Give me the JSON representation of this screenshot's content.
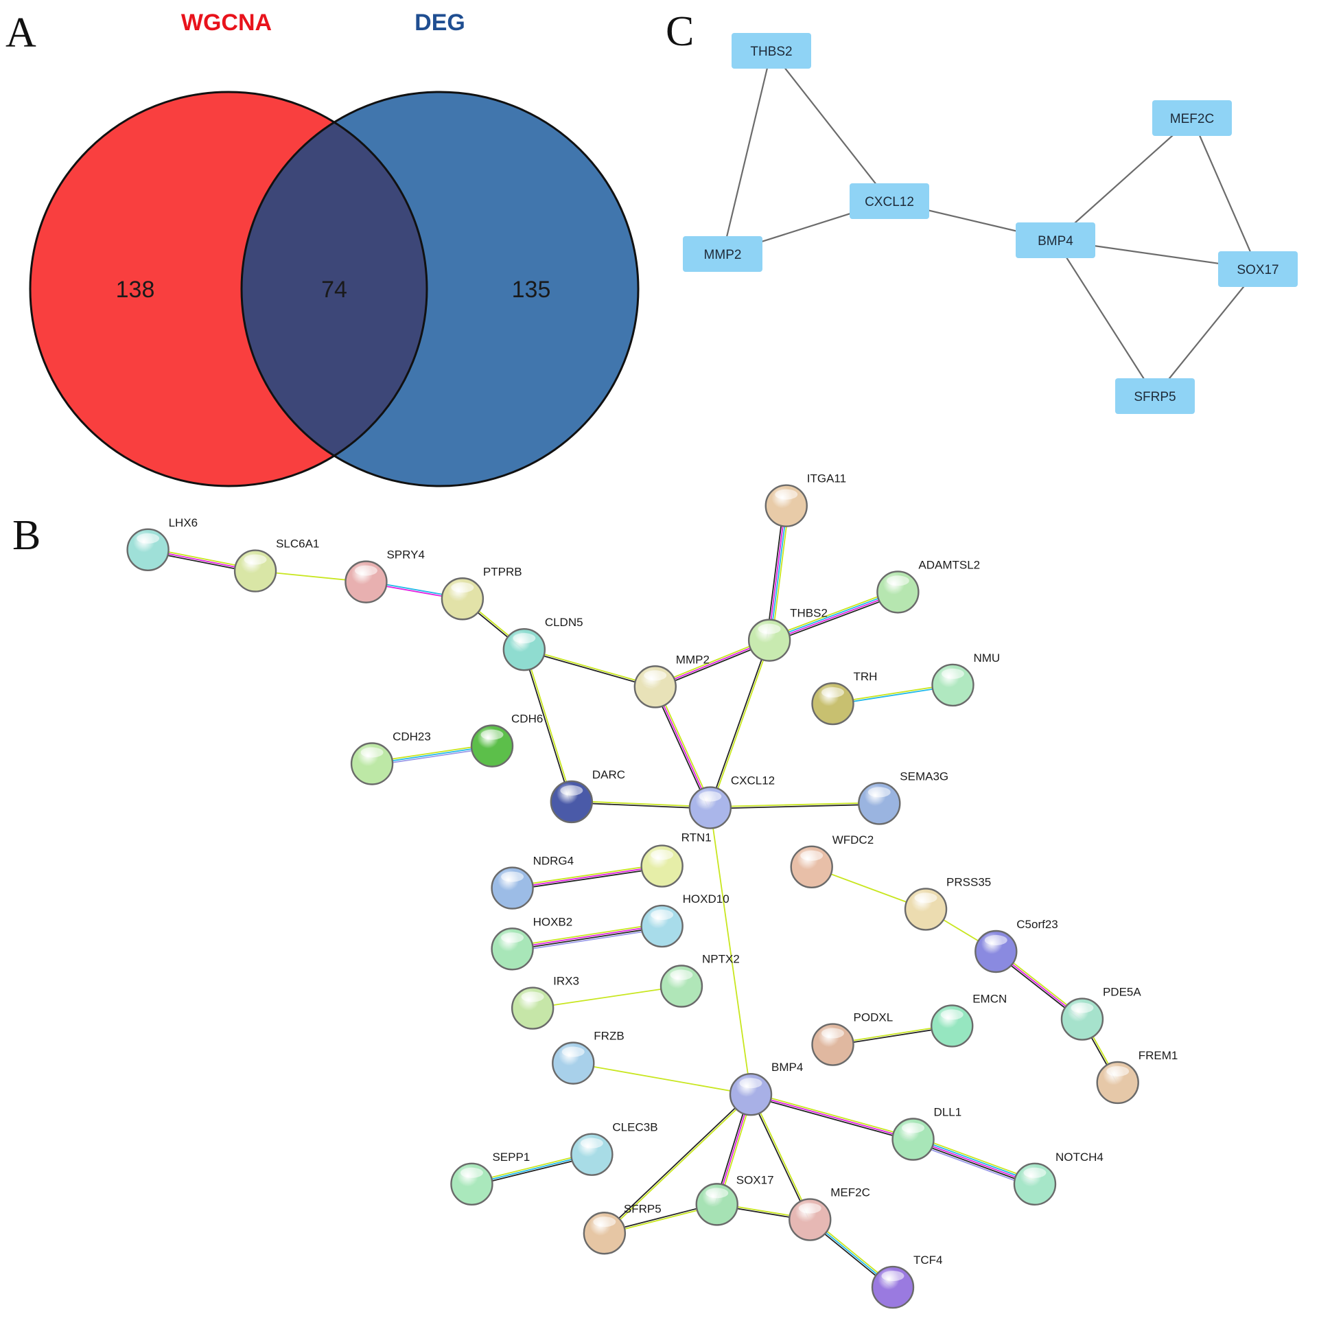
{
  "panels": {
    "a": {
      "letter": "A"
    },
    "b": {
      "letter": "B"
    },
    "c": {
      "letter": "C"
    }
  },
  "venn": {
    "sets": [
      {
        "name": "WGCNA",
        "color": "#f93f3f",
        "title_color": "#e8131c"
      },
      {
        "name": "DEG",
        "color": "#4176ad",
        "title_color": "#1f4e91"
      }
    ],
    "intersection_color": "#3d4778",
    "counts": {
      "wgcna_only": "138",
      "both": "74",
      "deg_only": "135"
    }
  },
  "hub_network": {
    "node_color": "#8fd3f5",
    "edge_color": "#6b6b6b",
    "nodes": [
      "THBS2",
      "MEF2C",
      "CXCL12",
      "MMP2",
      "BMP4",
      "SOX17",
      "SFRP5"
    ],
    "edges": [
      [
        "THBS2",
        "MMP2"
      ],
      [
        "THBS2",
        "CXCL12"
      ],
      [
        "MMP2",
        "CXCL12"
      ],
      [
        "CXCL12",
        "BMP4"
      ],
      [
        "BMP4",
        "MEF2C"
      ],
      [
        "MEF2C",
        "SOX17"
      ],
      [
        "BMP4",
        "SOX17"
      ],
      [
        "BMP4",
        "SFRP5"
      ],
      [
        "SOX17",
        "SFRP5"
      ]
    ]
  },
  "ppi_network": {
    "edge_evidence_colors": {
      "textmining": "#c8e61e",
      "coexpression": "#222222",
      "experiments": "#e020e0",
      "databases": "#20b8e8",
      "homology": "#9a9ae8"
    },
    "nodes": [
      {
        "id": "LHX6",
        "color": "#9fe0d8"
      },
      {
        "id": "SLC6A1",
        "color": "#d9e6a6"
      },
      {
        "id": "SPRY4",
        "color": "#e8b0b0"
      },
      {
        "id": "PTPRB",
        "color": "#e2e2a8"
      },
      {
        "id": "CLDN5",
        "color": "#8fdcd0"
      },
      {
        "id": "ITGA11",
        "color": "#e8cba8"
      },
      {
        "id": "ADAMTSL2",
        "color": "#b6e6b0"
      },
      {
        "id": "THBS2",
        "color": "#c8eab0"
      },
      {
        "id": "MMP2",
        "color": "#e8e2b8"
      },
      {
        "id": "TRH",
        "color": "#c8c070"
      },
      {
        "id": "NMU",
        "color": "#b0e8c0"
      },
      {
        "id": "CDH23",
        "color": "#bde8a6"
      },
      {
        "id": "CDH6",
        "color": "#5cbf4a"
      },
      {
        "id": "DARC",
        "color": "#4a5aa8"
      },
      {
        "id": "CXCL12",
        "color": "#aab6ea"
      },
      {
        "id": "SEMA3G",
        "color": "#9ab4e0"
      },
      {
        "id": "RTN1",
        "color": "#e6eea8"
      },
      {
        "id": "WFDC2",
        "color": "#e8bfa8"
      },
      {
        "id": "NDRG4",
        "color": "#9cbce6"
      },
      {
        "id": "HOXD10",
        "color": "#a8dcea"
      },
      {
        "id": "PRSS35",
        "color": "#ecdcb0"
      },
      {
        "id": "HOXB2",
        "color": "#a8e6b8"
      },
      {
        "id": "C5orf23",
        "color": "#8a8ae0"
      },
      {
        "id": "NPTX2",
        "color": "#b0e6b8"
      },
      {
        "id": "IRX3",
        "color": "#c6e6a8"
      },
      {
        "id": "PDE5A",
        "color": "#a6e2cc"
      },
      {
        "id": "PODXL",
        "color": "#e0b8a0"
      },
      {
        "id": "EMCN",
        "color": "#96e6c0"
      },
      {
        "id": "FRZB",
        "color": "#a8d0ea"
      },
      {
        "id": "BMP4",
        "color": "#a8b0e6"
      },
      {
        "id": "FREM1",
        "color": "#e6c8a8"
      },
      {
        "id": "DLL1",
        "color": "#a8e6b8"
      },
      {
        "id": "CLEC3B",
        "color": "#a8dce6"
      },
      {
        "id": "NOTCH4",
        "color": "#a6e6c8"
      },
      {
        "id": "SEPP1",
        "color": "#aae8bc"
      },
      {
        "id": "SOX17",
        "color": "#a6e2b4"
      },
      {
        "id": "MEF2C",
        "color": "#e6b8b4"
      },
      {
        "id": "SFRP5",
        "color": "#e6c6a4"
      },
      {
        "id": "TCF4",
        "color": "#9a7ae0"
      }
    ],
    "edges": [
      {
        "a": "LHX6",
        "b": "SLC6A1",
        "types": [
          "textmining",
          "experiments",
          "coexpression"
        ]
      },
      {
        "a": "SLC6A1",
        "b": "SPRY4",
        "types": [
          "textmining"
        ]
      },
      {
        "a": "SPRY4",
        "b": "PTPRB",
        "types": [
          "databases",
          "experiments"
        ]
      },
      {
        "a": "PTPRB",
        "b": "CLDN5",
        "types": [
          "textmining",
          "coexpression"
        ]
      },
      {
        "a": "CLDN5",
        "b": "MMP2",
        "types": [
          "textmining",
          "coexpression"
        ]
      },
      {
        "a": "CLDN5",
        "b": "DARC",
        "types": [
          "textmining",
          "coexpression"
        ]
      },
      {
        "a": "ITGA11",
        "b": "THBS2",
        "types": [
          "textmining",
          "databases",
          "experiments",
          "coexpression"
        ]
      },
      {
        "a": "THBS2",
        "b": "ADAMTSL2",
        "types": [
          "textmining",
          "databases",
          "experiments",
          "coexpression"
        ]
      },
      {
        "a": "MMP2",
        "b": "THBS2",
        "types": [
          "textmining",
          "experiments",
          "coexpression"
        ]
      },
      {
        "a": "MMP2",
        "b": "CXCL12",
        "types": [
          "textmining",
          "experiments",
          "coexpression"
        ]
      },
      {
        "a": "THBS2",
        "b": "CXCL12",
        "types": [
          "textmining",
          "coexpression"
        ]
      },
      {
        "a": "TRH",
        "b": "NMU",
        "types": [
          "textmining",
          "databases"
        ]
      },
      {
        "a": "CDH23",
        "b": "CDH6",
        "types": [
          "textmining",
          "databases",
          "homology"
        ]
      },
      {
        "a": "DARC",
        "b": "CXCL12",
        "types": [
          "textmining",
          "coexpression"
        ]
      },
      {
        "a": "CXCL12",
        "b": "SEMA3G",
        "types": [
          "textmining",
          "coexpression"
        ]
      },
      {
        "a": "CXCL12",
        "b": "BMP4",
        "types": [
          "textmining"
        ]
      },
      {
        "a": "NDRG4",
        "b": "RTN1",
        "types": [
          "textmining",
          "experiments",
          "coexpression"
        ]
      },
      {
        "a": "HOXB2",
        "b": "HOXD10",
        "types": [
          "textmining",
          "experiments",
          "coexpression",
          "homology"
        ]
      },
      {
        "a": "IRX3",
        "b": "NPTX2",
        "types": [
          "textmining"
        ]
      },
      {
        "a": "WFDC2",
        "b": "PRSS35",
        "types": [
          "textmining"
        ]
      },
      {
        "a": "PRSS35",
        "b": "C5orf23",
        "types": [
          "textmining"
        ]
      },
      {
        "a": "C5orf23",
        "b": "PDE5A",
        "types": [
          "textmining",
          "experiments",
          "coexpression"
        ]
      },
      {
        "a": "PDE5A",
        "b": "FREM1",
        "types": [
          "textmining",
          "coexpression"
        ]
      },
      {
        "a": "PODXL",
        "b": "EMCN",
        "types": [
          "textmining",
          "coexpression"
        ]
      },
      {
        "a": "FRZB",
        "b": "BMP4",
        "types": [
          "textmining"
        ]
      },
      {
        "a": "BMP4",
        "b": "DLL1",
        "types": [
          "textmining",
          "experiments",
          "coexpression"
        ]
      },
      {
        "a": "DLL1",
        "b": "NOTCH4",
        "types": [
          "textmining",
          "databases",
          "experiments",
          "coexpression",
          "homology"
        ]
      },
      {
        "a": "BMP4",
        "b": "SOX17",
        "types": [
          "textmining",
          "experiments",
          "coexpression"
        ]
      },
      {
        "a": "BMP4",
        "b": "MEF2C",
        "types": [
          "textmining",
          "coexpression"
        ]
      },
      {
        "a": "BMP4",
        "b": "SFRP5",
        "types": [
          "textmining",
          "coexpression"
        ]
      },
      {
        "a": "SOX17",
        "b": "SFRP5",
        "types": [
          "textmining",
          "coexpression"
        ]
      },
      {
        "a": "SOX17",
        "b": "MEF2C",
        "types": [
          "textmining",
          "coexpression"
        ]
      },
      {
        "a": "MEF2C",
        "b": "TCF4",
        "types": [
          "textmining",
          "databases",
          "coexpression"
        ]
      },
      {
        "a": "SEPP1",
        "b": "CLEC3B",
        "types": [
          "textmining",
          "databases",
          "coexpression"
        ]
      }
    ]
  }
}
